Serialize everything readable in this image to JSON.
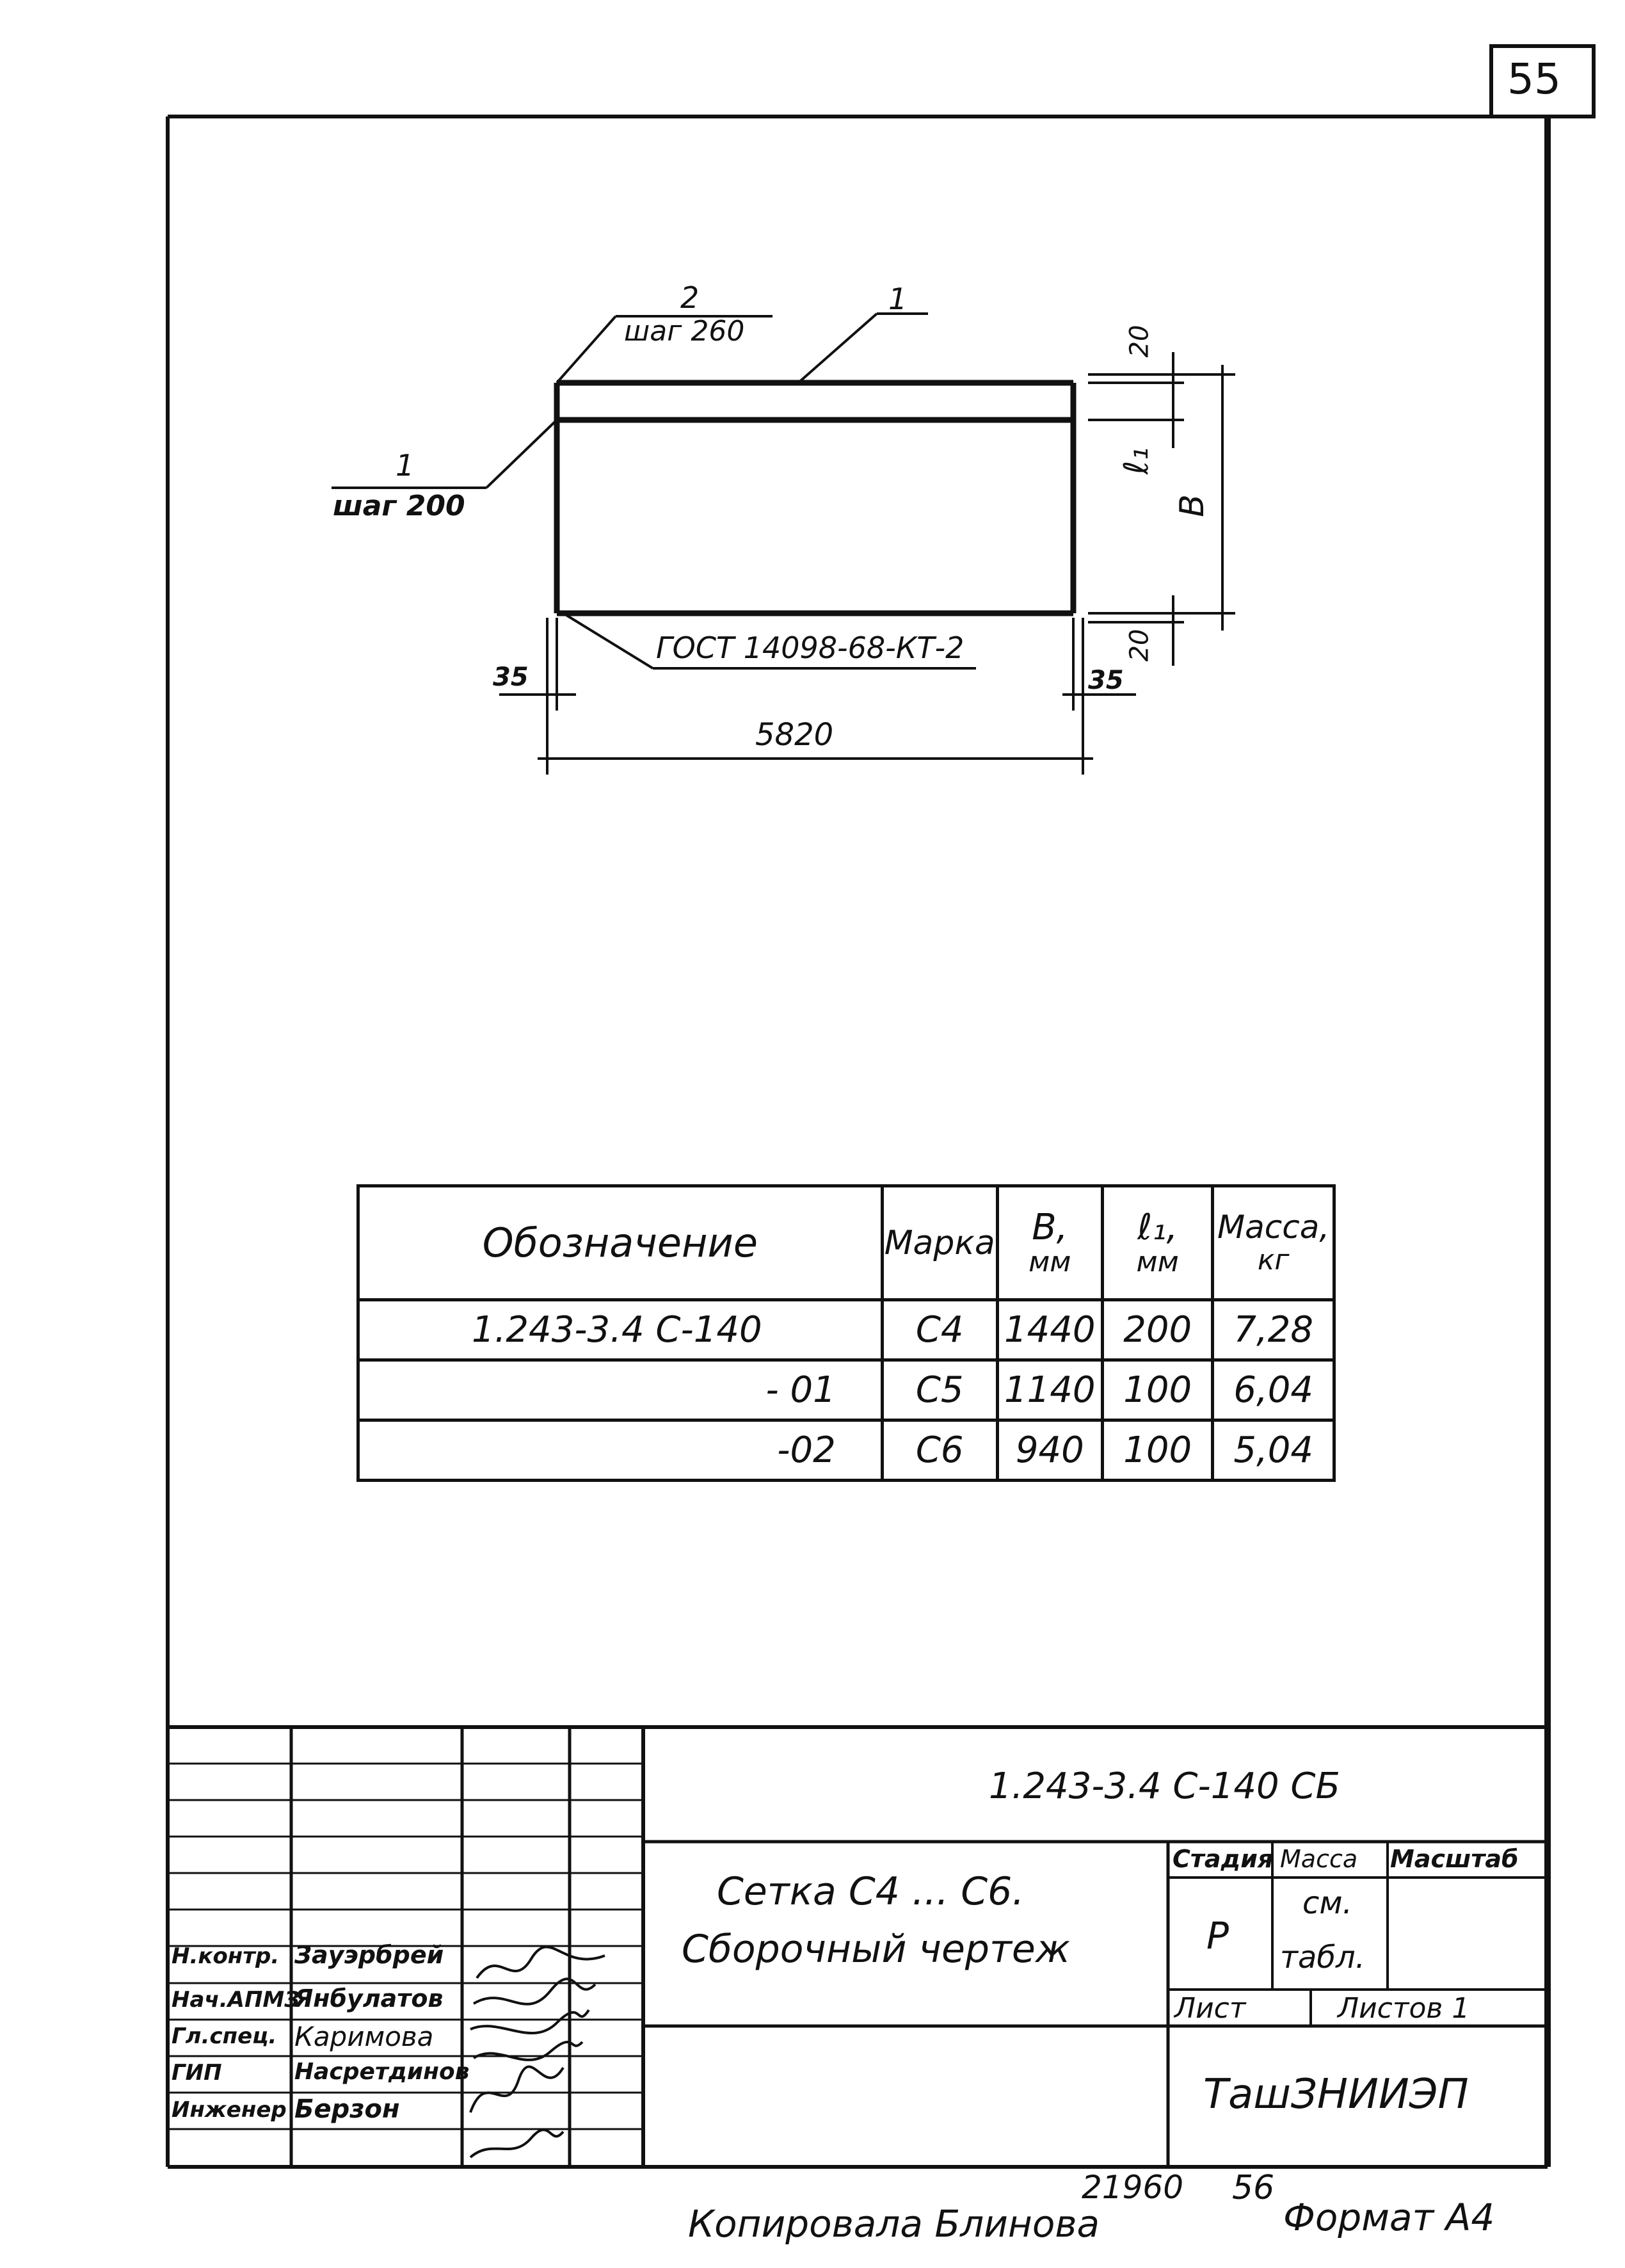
{
  "sheet": {
    "page_number": "55",
    "copy_note": "Копировала  Блинова",
    "copy_number": "21960",
    "copy_page": "56",
    "format": "Формат А4"
  },
  "drawing": {
    "leader_2_number": "2",
    "leader_2_step": "шаг 260",
    "leader_1_top": "1",
    "leader_1_left_number": "1",
    "leader_1_left_step": "шаг 200",
    "gost_note": "ГОСТ 14098-68-КТ-2",
    "dim_top": "20",
    "dim_l1": "ℓ₁",
    "dim_b": "В",
    "dim_bottom": "20",
    "dim_left": "35",
    "dim_right": "35",
    "dim_length": "5820"
  },
  "spec_table": {
    "headers": {
      "designation": "Обозначение",
      "mark": "Марка",
      "b": "В,",
      "b_unit": "мм",
      "l1": "ℓ₁,",
      "l1_unit": "мм",
      "mass": "Масса,",
      "mass_unit": "кг"
    },
    "rows": [
      {
        "designation": "1.243-3.4 С-140",
        "mark": "С4",
        "b": "1440",
        "l1": "200",
        "mass": "7,28"
      },
      {
        "designation": "- 01",
        "mark": "С5",
        "b": "1140",
        "l1": "100",
        "mass": "6,04"
      },
      {
        "designation": "-02",
        "mark": "С6",
        "b": "940",
        "l1": "100",
        "mass": "5,04"
      }
    ]
  },
  "title_block": {
    "doc_code": "1.243-3.4 С-140 СБ",
    "title_line1": "Сетка  С4 ... С6.",
    "title_line2": "Сборочный  чертеж",
    "stage_label": "Стадия",
    "mass_label": "Масса",
    "scale_label": "Масштаб",
    "stage_value": "Р",
    "mass_value_1": "см.",
    "mass_value_2": "табл.",
    "sheet_label": "Лист",
    "sheets_label": "Листов 1",
    "organization": "ТашЗНИИЭП",
    "signers": [
      {
        "role": "Н.контр.",
        "name": "Зауэрбрей"
      },
      {
        "role": "Нач.АПМЗ",
        "name": "Янбулатов"
      },
      {
        "role": "Гл.спец.",
        "name": "Каримова"
      },
      {
        "role": "ГИП",
        "name": "Насретдинов"
      },
      {
        "role": "Инженер",
        "name": "Берзон"
      }
    ]
  }
}
